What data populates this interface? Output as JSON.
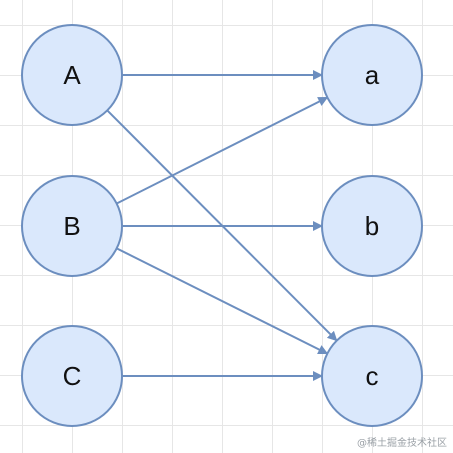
{
  "diagram": {
    "nodes": [
      {
        "id": "A",
        "label": "A"
      },
      {
        "id": "B",
        "label": "B"
      },
      {
        "id": "C",
        "label": "C"
      },
      {
        "id": "a",
        "label": "a"
      },
      {
        "id": "b",
        "label": "b"
      },
      {
        "id": "c",
        "label": "c"
      }
    ],
    "edges": [
      {
        "from": "A",
        "to": "a"
      },
      {
        "from": "A",
        "to": "c"
      },
      {
        "from": "B",
        "to": "a"
      },
      {
        "from": "B",
        "to": "b"
      },
      {
        "from": "B",
        "to": "c"
      },
      {
        "from": "C",
        "to": "c"
      }
    ],
    "colors": {
      "node_fill": "#dae8fc",
      "node_stroke": "#6c8ebf",
      "edge": "#6c8ebf"
    }
  },
  "watermark": "@稀土掘金技术社区"
}
